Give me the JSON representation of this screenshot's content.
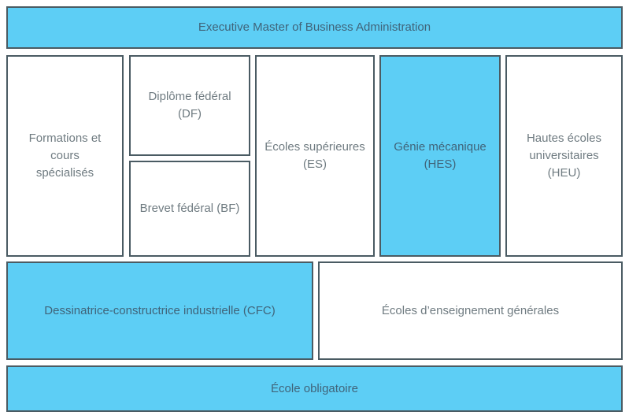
{
  "diagram": {
    "description_labels": {
      "top_level": "Executive Master of Business Administration",
      "bottom_level": "École obligatoire"
    },
    "colors": {
      "highlight_fill": "#5dcef5",
      "plain_fill": "#ffffff",
      "border": "#4a5b63",
      "text_on_plain": "#6f7b81",
      "text_on_highlight": "#40647a"
    }
  },
  "boxes": {
    "emba": {
      "label": "Executive Master of Business Administration",
      "variant": "highlight"
    },
    "formations": {
      "label": "Formations et cours\nspécialisés",
      "variant": "plain"
    },
    "df": {
      "label": "Diplôme fédéral\n(DF)",
      "variant": "plain"
    },
    "bf": {
      "label": "Brevet fédéral (BF)",
      "variant": "plain"
    },
    "es": {
      "label": "Écoles supérieures\n(ES)",
      "variant": "plain"
    },
    "hes": {
      "label": "Génie mécanique\n(HES)",
      "variant": "highlight"
    },
    "heu": {
      "label": "Hautes écoles\nuniversitaires\n(HEU)",
      "variant": "plain"
    },
    "cfc": {
      "label": "Dessinatrice-constructrice industrielle (CFC)",
      "variant": "highlight"
    },
    "ege": {
      "label": "Écoles d’enseignement générales",
      "variant": "plain"
    },
    "eo": {
      "label": "École obligatoire",
      "variant": "highlight"
    }
  }
}
